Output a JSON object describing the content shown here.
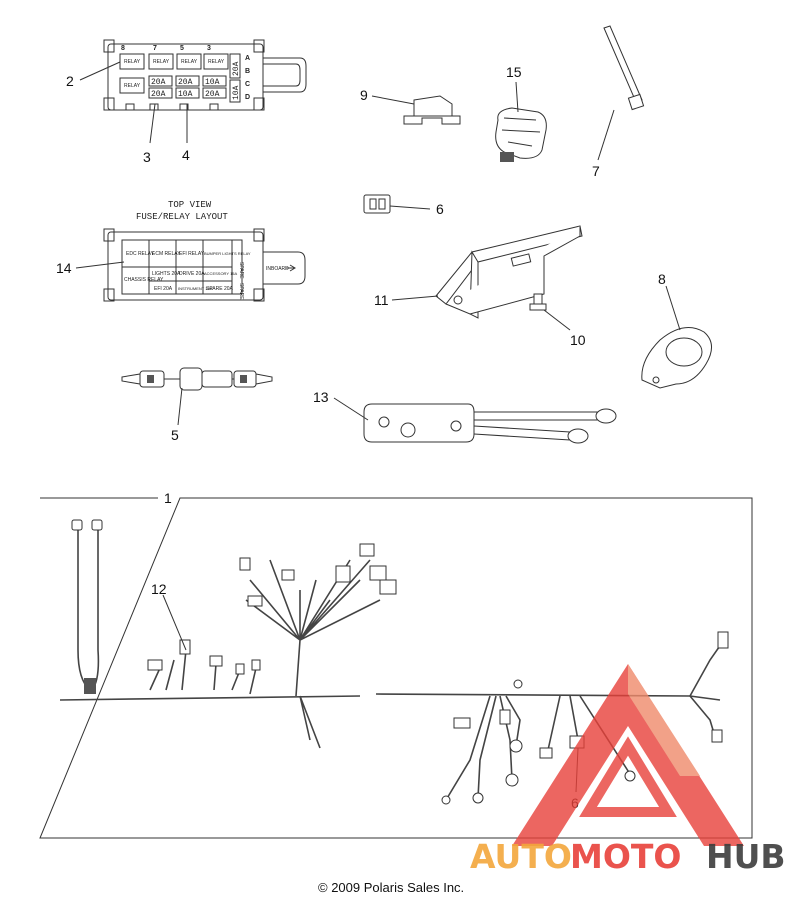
{
  "callouts": {
    "c1": "1",
    "c2": "2",
    "c3": "3",
    "c4": "4",
    "c5": "5",
    "c6a": "6",
    "c6b": "6",
    "c7": "7",
    "c8": "8",
    "c9": "9",
    "c10": "10",
    "c11": "11",
    "c12": "12",
    "c13": "13",
    "c14": "14",
    "c15": "15"
  },
  "fuse_box": {
    "top_numbers": [
      "8",
      "7",
      "5",
      "3"
    ],
    "row_letters": [
      "A",
      "B",
      "C",
      "D"
    ],
    "relay_label": "RELAY",
    "fuse_row1": [
      "20A",
      "20A",
      "10A"
    ],
    "fuse_row2": [
      "20A",
      "10A",
      "20A"
    ],
    "side_fuses": [
      "20A",
      "10A"
    ]
  },
  "layout_view": {
    "title_line1": "TOP VIEW",
    "title_line2": "FUSE/RELAY LAYOUT",
    "cells": [
      "EDC RELAY",
      "ECM RELAY",
      "EFI RELAY",
      "BUMPER LIGHTS RELAY",
      "CHASSIS RELAY",
      "LIGHTS 20A",
      "DRIVE 20A",
      "ACCESSORY 15A",
      "EFI 20A",
      "INSTRUMENT 10A",
      "SPARE 20A"
    ],
    "side_labels": [
      "SPARE",
      "SPARE"
    ],
    "arrow_label": "INBOARD"
  },
  "watermark": {
    "text_auto": "AUTO",
    "text_moto": "MOTO",
    "text_hub": "HUB",
    "color_primary": "#e8413a",
    "color_secondary": "#f3a73c",
    "color_dark": "#3c3c3c"
  },
  "copyright": "© 2009 Polaris Sales Inc."
}
